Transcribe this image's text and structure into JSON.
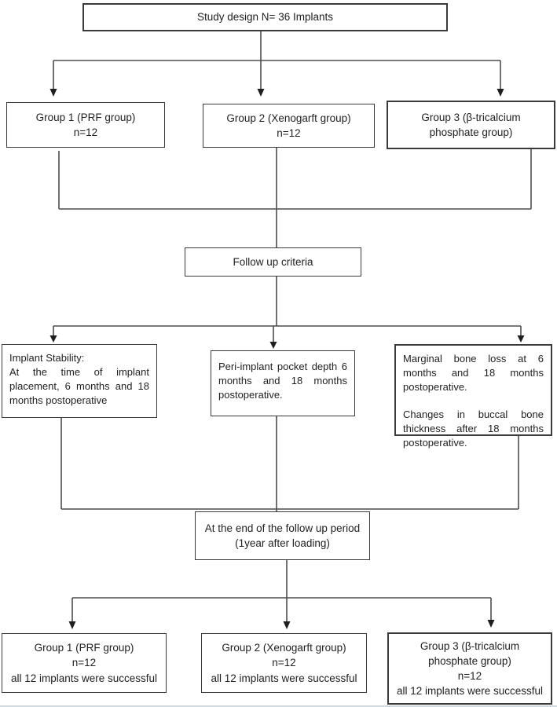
{
  "diagram": {
    "study": {
      "title": "Study design N= 36 Implants"
    },
    "groups": {
      "g1": {
        "name": "Group 1 (PRF group)",
        "n": "n=12"
      },
      "g2": {
        "name": "Group 2 (Xenogarft group)",
        "n": "n=12"
      },
      "g3": {
        "name_line1": "Group 3 (β-tricalcium",
        "name_line2": "phosphate group)"
      }
    },
    "followup": {
      "label": "Follow up criteria"
    },
    "criteria": {
      "stability": {
        "title": "Implant Stability:",
        "body": "At the time of implant placement, 6 months and 18 months postoperative"
      },
      "pocket": {
        "body": "Peri-implant pocket depth 6 months and 18 months postoperative."
      },
      "marginal": {
        "para1": "Marginal bone loss at 6 months and 18 months postoperative.",
        "para2": "Changes in buccal bone thickness after 18 months postoperative."
      }
    },
    "end": {
      "line1": "At the end of the follow up period",
      "line2": "(1year after loading)"
    },
    "outcomes": {
      "g1": {
        "name": "Group 1 (PRF group)",
        "n": "n=12",
        "result": "all 12 implants were successful"
      },
      "g2": {
        "name": "Group 2 (Xenogarft group)",
        "n": "n=12",
        "result": "all 12 implants were successful"
      },
      "g3": {
        "name_line1": "Group 3 (β-tricalcium",
        "name_line2": "phosphate group)",
        "n": "n=12",
        "result": "all 12 implants were successful"
      }
    },
    "colors": {
      "box_border": "#3a3a3a",
      "connector_line": "#4d4d4d",
      "arrowhead": "#1f1f1f",
      "text": "#1f1f1f"
    }
  }
}
